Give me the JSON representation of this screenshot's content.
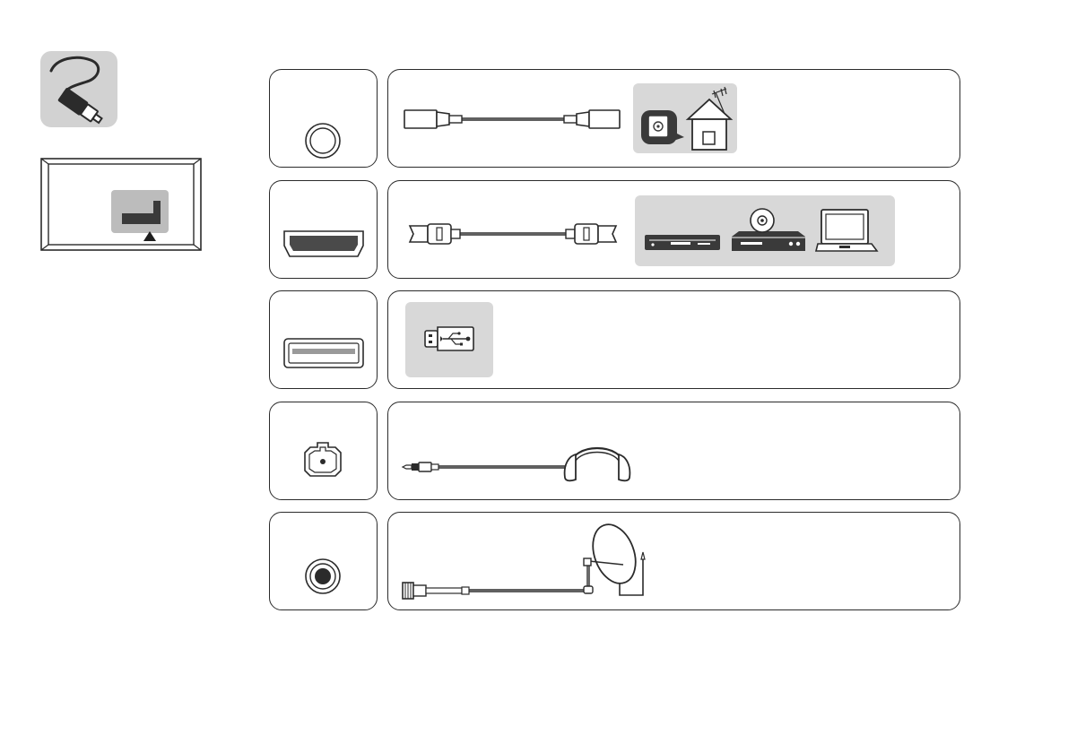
{
  "page": {
    "connection_icon": "cable-plug-icon",
    "tv_back_icon": "tv-rear-panel-icon",
    "pointer_icon": "up-triangle-icon"
  },
  "rows": [
    {
      "key": "antenna",
      "port_icon": "antenna-port-icon",
      "cable_icon": "coaxial-cable-icon",
      "devices": [
        "wall-socket-icon",
        "house-antenna-icon"
      ]
    },
    {
      "key": "hdmi",
      "port_icon": "hdmi-port-icon",
      "cable_icon": "hdmi-cable-icon",
      "devices": [
        "set-top-box-icon",
        "dvd-player-icon",
        "laptop-icon"
      ]
    },
    {
      "key": "usb",
      "port_icon": "usb-port-icon",
      "cable_icon": "",
      "devices": [
        "usb-stick-icon"
      ]
    },
    {
      "key": "headphone",
      "port_icon": "headphone-jack-icon",
      "cable_icon": "audio-jack-cable-icon",
      "devices": [
        "headphones-icon"
      ]
    },
    {
      "key": "satellite",
      "port_icon": "satellite-port-icon",
      "cable_icon": "f-connector-cable-icon",
      "devices": [
        "satellite-dish-icon"
      ]
    }
  ],
  "colors": {
    "stroke": "#2b2b2b",
    "panel": "#d8d8d8",
    "dark": "#3a3a3a",
    "icon_bg": "#cfcfcf"
  }
}
